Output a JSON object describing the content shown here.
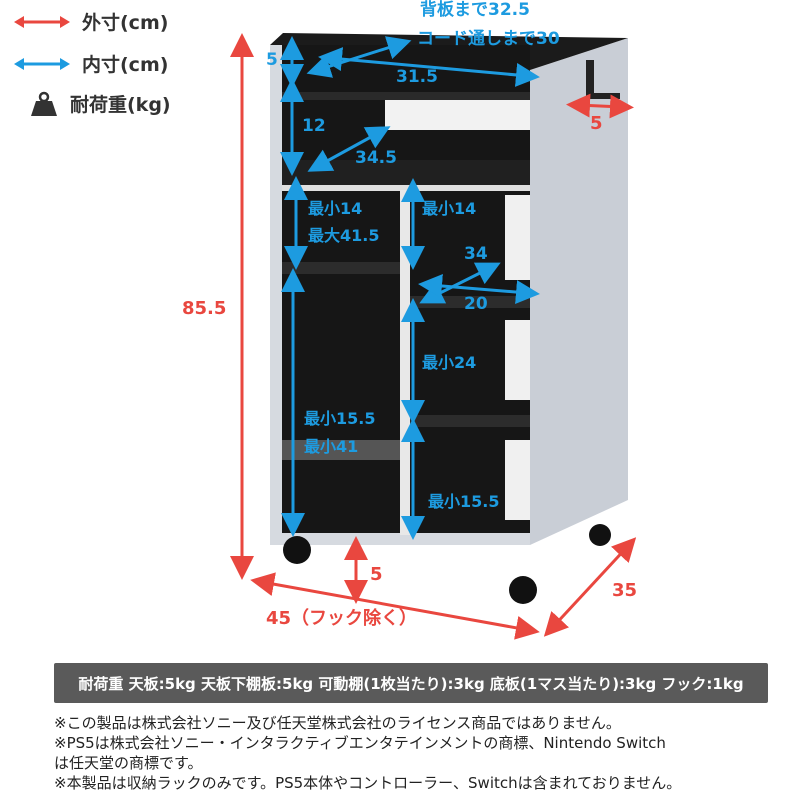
{
  "legend": [
    {
      "icon": "red-double-arrow-icon",
      "label": "外寸(cm)",
      "color": "#e9473f"
    },
    {
      "icon": "blue-double-arrow-icon",
      "label": "内寸(cm)",
      "color": "#1d9be0"
    },
    {
      "icon": "weight-icon",
      "label": "耐荷重(kg)"
    }
  ],
  "outer_dimensions": {
    "height": "85.5",
    "width": "45（フック除く）",
    "depth": "35",
    "caster": "5",
    "hook": "5"
  },
  "inner_dimensions": {
    "to_back": "背板まで32.5",
    "to_cord": "コード通しまで30",
    "top_height": "5",
    "top_width": "31.5",
    "upper_height": "12",
    "upper_depth": "34.5",
    "left_mid_min": "最小14",
    "left_mid_max": "最大41.5",
    "right_top_min": "最小14",
    "right_depth": "34",
    "right_width": "20",
    "right_mid_min": "最小24",
    "left_low_min": "最小15.5",
    "left_low_max": "最小41",
    "right_low_min": "最小15.5"
  },
  "load_capacity": "耐荷重 天板:5kg 天板下棚板:5kg 可動棚(1枚当たり):3kg 底板(1マス当たり):3kg フック:1kg",
  "notes": [
    "※この製品は株式会社ソニー及び任天堂株式会社のライセンス商品ではありません。",
    "※PS5は株式会社ソニー・インタラクティブエンタテインメントの商標、Nintendo Switch",
    "は任天堂の商標です。",
    "※本製品は収納ラックのみです。PS5本体やコントローラー、Switchは含まれておりません。"
  ],
  "colors": {
    "outer": "#e9473f",
    "inner": "#1d9be0",
    "bar": "#5a5a5a"
  }
}
